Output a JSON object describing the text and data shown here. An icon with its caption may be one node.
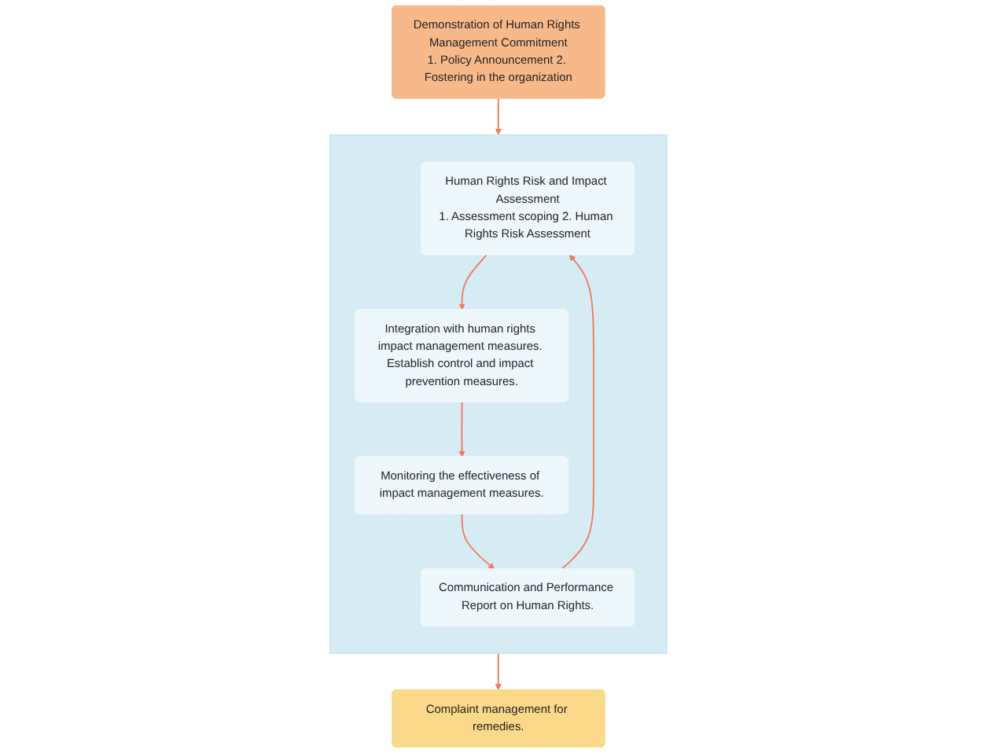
{
  "diagram": {
    "nodes": [
      {
        "text": [
          "Demonstration of Human Rights Management Commitment",
          "1. Policy Announcement 2. Fostering in the organization"
        ]
      },
      {
        "text": [],
        "shape": "box"
      },
      {
        "text": [
          "Human Rights Risk and Impact Assessment",
          "1. Assessment scoping 2. Human Rights Risk Assessment"
        ],
        "in": 1
      },
      {
        "text": [
          "Communication and Performance Report on Human Rights."
        ],
        "in": 1
      },
      {
        "text": [
          "Integration with human rights impact management measures. Establish control and impact prevention measures."
        ],
        "in": 1
      },
      {
        "text": [
          "Monitoring the effectiveness of impact management measures."
        ],
        "in": 1
      },
      {
        "text": [
          "Complaint management for remedies."
        ]
      }
    ],
    "edges": [
      {
        "from": 0,
        "to": 1,
        "arrow": "to"
      },
      {
        "from": 2,
        "to": 4,
        "arrow": "to"
      },
      {
        "from": 4,
        "to": 5,
        "arrow": "to"
      },
      {
        "from": 5,
        "to": 3,
        "arrow": "to"
      },
      {
        "from": 3,
        "to": 2,
        "arrow": "to"
      },
      {
        "from": 1,
        "to": 6,
        "arrow": "to"
      }
    ]
  }
}
